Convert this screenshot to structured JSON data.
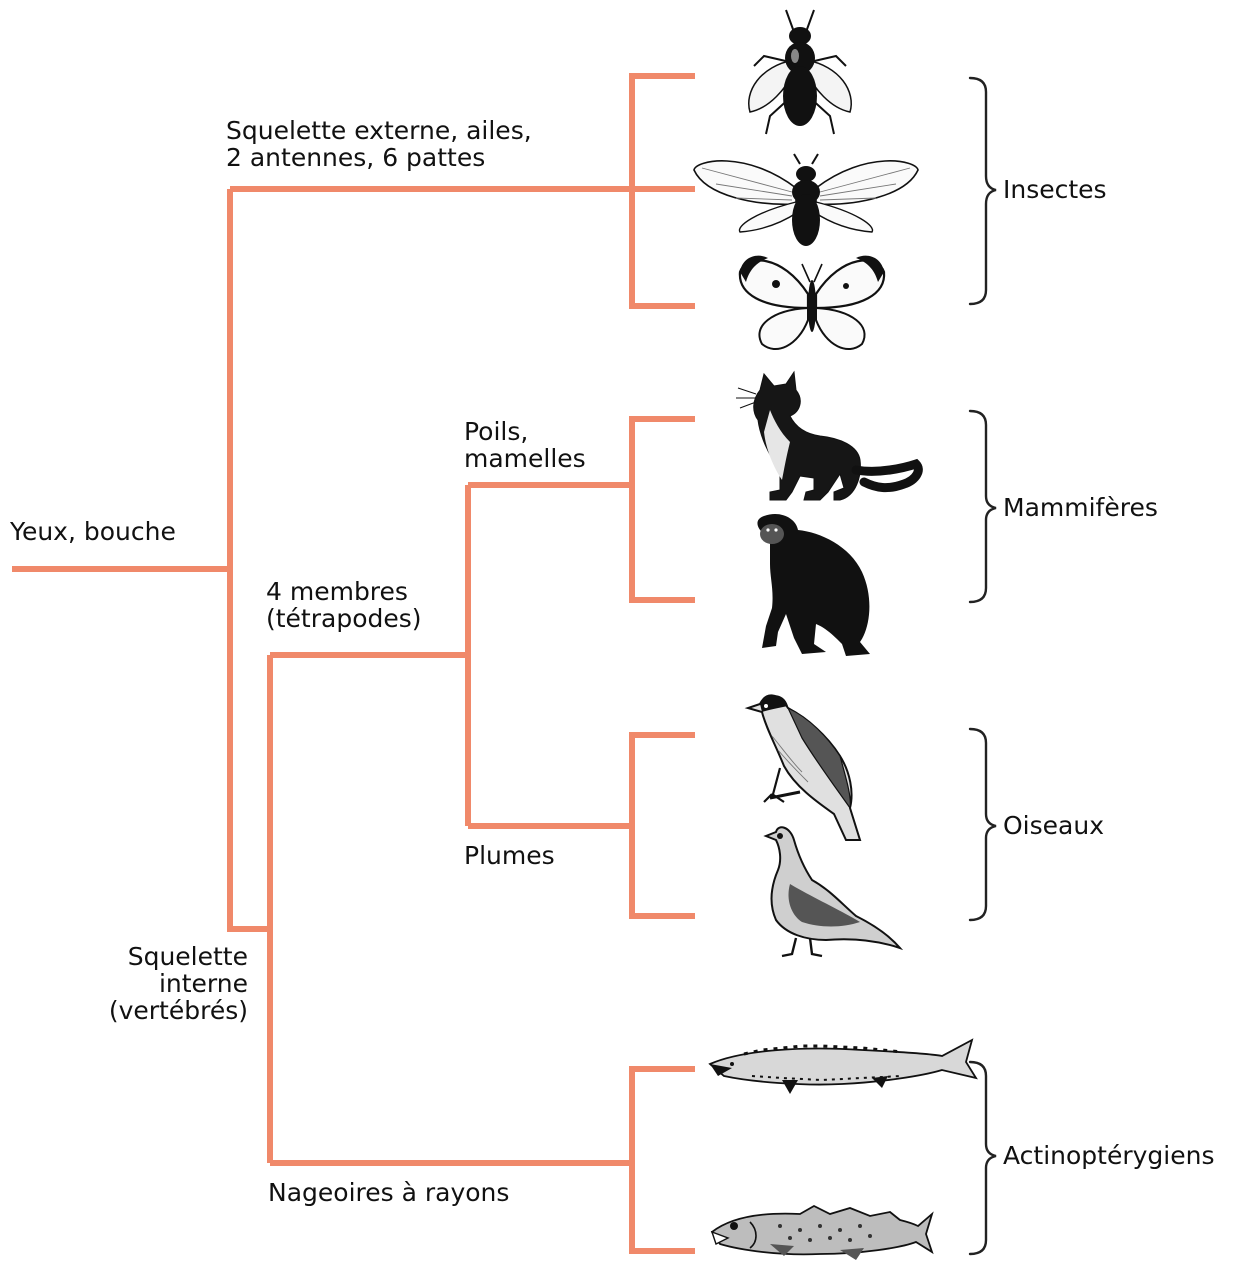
{
  "colors": {
    "branch": "#f0896a",
    "ink": "#111111",
    "brace": "#222222"
  },
  "traits": {
    "root": "Yeux, bouche",
    "insects_line1": "Squelette externe, ailes,",
    "insects_line2": "2 antennes, 6 pattes",
    "vertebrates_line1": "Squelette",
    "vertebrates_line2": "interne",
    "vertebrates_line3": "(vertébrés)",
    "tetrapods_line1": "4 membres",
    "tetrapods_line2": "(tétrapodes)",
    "mammals_line1": "Poils,",
    "mammals_line2": "mamelles",
    "birds": "Plumes",
    "fish": "Nageoires à rayons"
  },
  "groups": {
    "insects": "Insectes",
    "mammals": "Mammifères",
    "birds": "Oiseaux",
    "fish": "Actinoptérygiens"
  },
  "animals": [
    {
      "name": "fly",
      "icon": "fly-icon"
    },
    {
      "name": "cicada",
      "icon": "cicada-icon"
    },
    {
      "name": "butterfly",
      "icon": "butterfly-icon"
    },
    {
      "name": "cat",
      "icon": "cat-icon"
    },
    {
      "name": "chimpanzee",
      "icon": "chimpanzee-icon"
    },
    {
      "name": "sparrow",
      "icon": "sparrow-icon"
    },
    {
      "name": "pigeon",
      "icon": "pigeon-icon"
    },
    {
      "name": "sturgeon",
      "icon": "sturgeon-icon"
    },
    {
      "name": "cod",
      "icon": "cod-icon"
    }
  ]
}
